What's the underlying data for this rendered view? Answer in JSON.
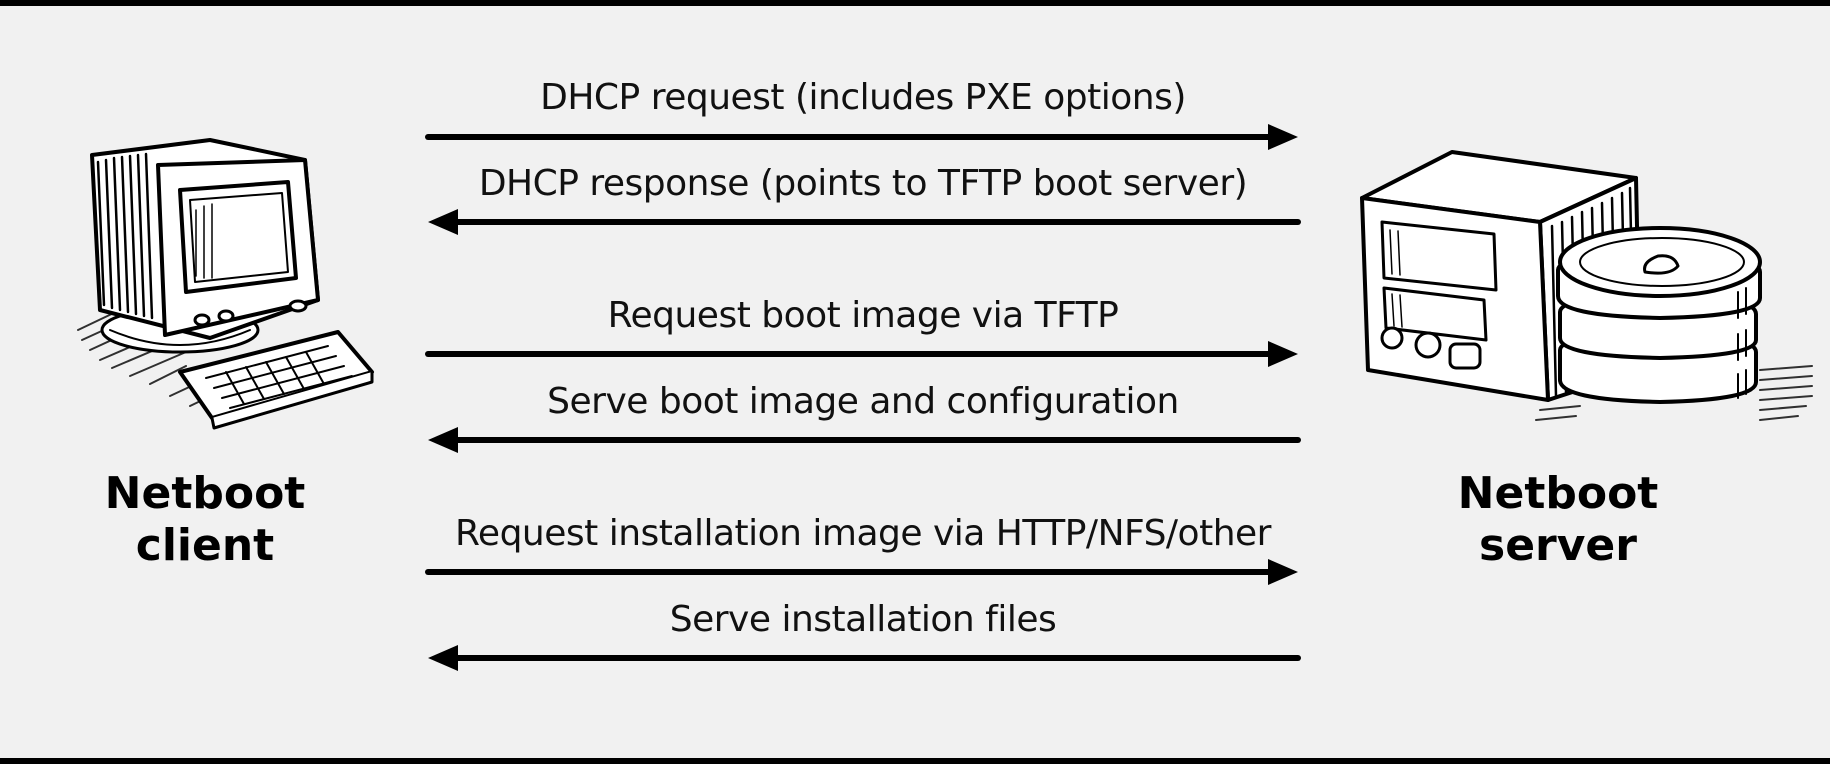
{
  "client": {
    "label_line1": "Netboot",
    "label_line2": "client",
    "icon": "desktop-computer-icon"
  },
  "server": {
    "label_line1": "Netboot",
    "label_line2": "server",
    "icon": "server-with-disks-icon"
  },
  "messages": [
    {
      "text": "DHCP request (includes PXE options)",
      "direction": "client-to-server"
    },
    {
      "text": "DHCP response (points to TFTP boot server)",
      "direction": "server-to-client"
    },
    {
      "text": "Request boot image via TFTP",
      "direction": "client-to-server"
    },
    {
      "text": "Serve boot image and configuration",
      "direction": "server-to-client"
    },
    {
      "text": "Request installation image via HTTP/NFS/other",
      "direction": "client-to-server"
    },
    {
      "text": "Serve installation files",
      "direction": "server-to-client"
    }
  ],
  "colors": {
    "background": "#f1f1f1",
    "ink": "#000000"
  }
}
